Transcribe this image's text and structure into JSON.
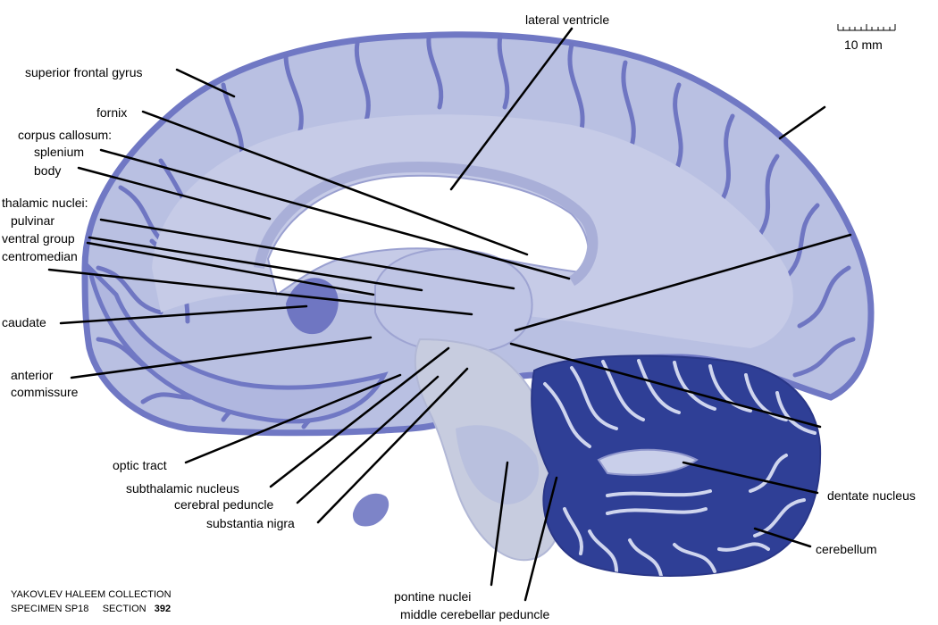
{
  "labels": {
    "lateral_ventricle": "lateral ventricle",
    "superior_frontal_gyrus": "superior frontal gyrus",
    "fornix": "fornix",
    "corpus_callosum": "corpus callosum:",
    "splenium": "splenium",
    "body": "body",
    "thalamic_nuclei": "thalamic nuclei:",
    "pulvinar": "pulvinar",
    "ventral_group": "ventral group",
    "centromedian": "centromedian",
    "caudate": "caudate",
    "anterior": "anterior",
    "commissure": "commissure",
    "optic_tract": "optic tract",
    "subthalamic_nucleus": "subthalamic nucleus",
    "cerebral_peduncle": "cerebral peduncle",
    "substantia_nigra": "substantia nigra",
    "pontine_nuclei": "pontine nuclei",
    "middle_cerebellar_peduncle": "middle cerebellar peduncle",
    "dentate_nucleus": "dentate nucleus",
    "cerebellum": "cerebellum"
  },
  "scale_bar": {
    "label": "10 mm"
  },
  "caption": {
    "collection": "YAKOVLEV HALEEM COLLECTION",
    "specimen": "SPECIMEN SP18",
    "section_label": "SECTION",
    "section_number": "392"
  },
  "colors": {
    "tissue": "#b9c0e2",
    "cortex": "#7078c4",
    "white_matter": "#c3c9e6",
    "cerebellum_dark": "#2f3f96",
    "background": "#ffffff",
    "leader_line": "#000000"
  }
}
